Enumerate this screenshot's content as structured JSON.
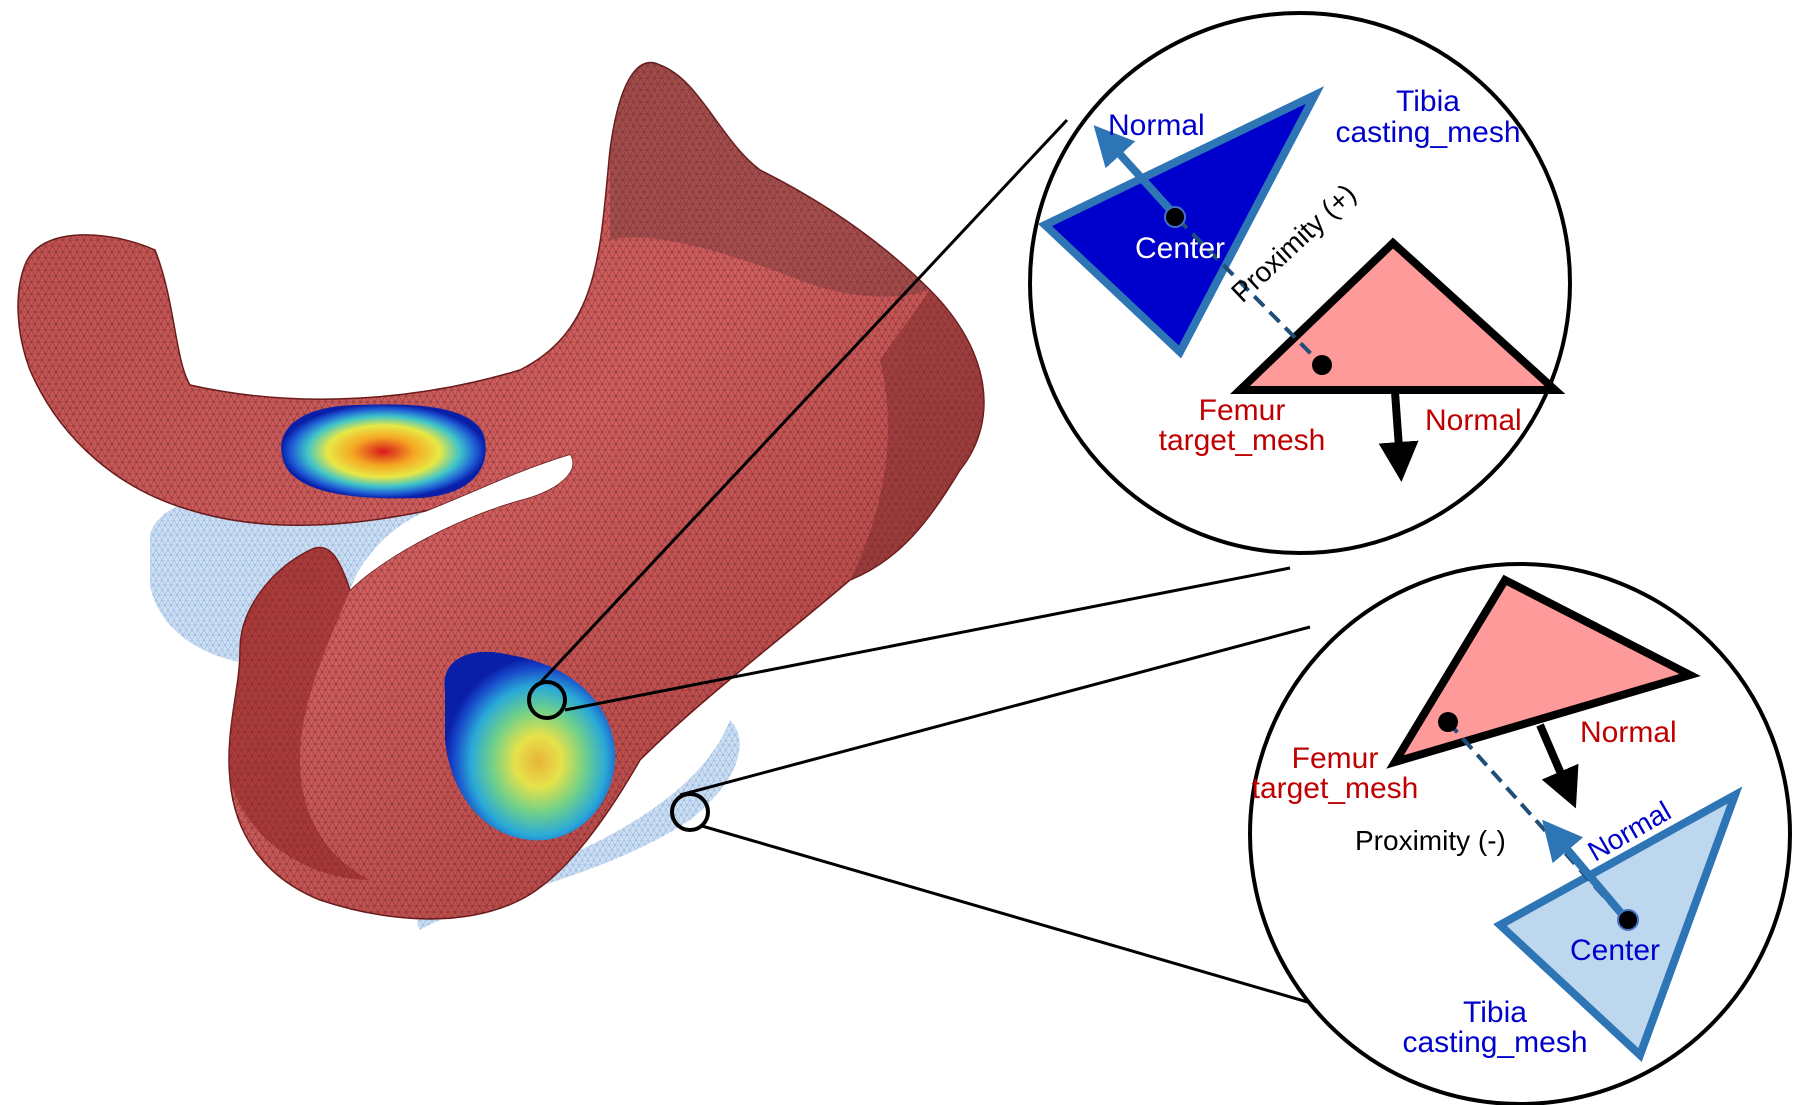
{
  "colors": {
    "femur_fill": "#ff9a9a",
    "femur_label": "#c00000",
    "tibia_fill_top": "#0000cc",
    "tibia_fill_bottom": "#bdd7ee",
    "tibia_stroke": "#2e75b6",
    "tibia_label": "#0000cc",
    "bone_mesh": "#b54a4a",
    "cartilage_mesh": "#c9dcf2",
    "outline": "#000000"
  },
  "callout_top": {
    "tibia_label_line1": "Tibia",
    "tibia_label_line2": "casting_mesh",
    "tibia_normal_label": "Normal",
    "center_label": "Center",
    "proximity_label": "Proximity (+)",
    "femur_label_line1": "Femur",
    "femur_label_line2": "target_mesh",
    "femur_normal_label": "Normal"
  },
  "callout_bottom": {
    "femur_label_line1": "Femur",
    "femur_label_line2": "target_mesh",
    "femur_normal_label": "Normal",
    "proximity_label": "Proximity (-)",
    "tibia_normal_label": "Normal",
    "center_label": "Center",
    "tibia_label_line1": "Tibia",
    "tibia_label_line2": "casting_mesh"
  }
}
